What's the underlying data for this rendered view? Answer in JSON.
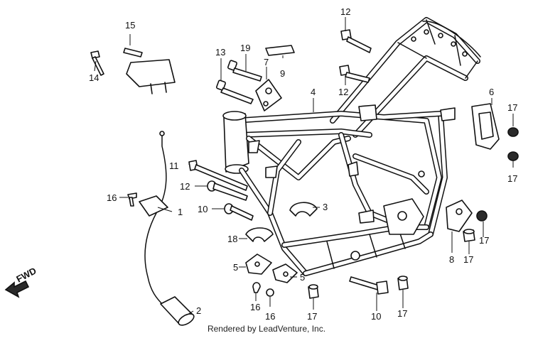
{
  "credit": "Rendered by LeadVenture, Inc.",
  "fwd_label": "FWD",
  "callouts": [
    {
      "id": "c1",
      "text": "1"
    },
    {
      "id": "c2",
      "text": "2"
    },
    {
      "id": "c3",
      "text": "3"
    },
    {
      "id": "c4",
      "text": "4"
    },
    {
      "id": "c5a",
      "text": "5"
    },
    {
      "id": "c5b",
      "text": "5"
    },
    {
      "id": "c6",
      "text": "6"
    },
    {
      "id": "c7",
      "text": "7"
    },
    {
      "id": "c8",
      "text": "8"
    },
    {
      "id": "c9",
      "text": "9"
    },
    {
      "id": "c10a",
      "text": "10"
    },
    {
      "id": "c10b",
      "text": "10"
    },
    {
      "id": "c11",
      "text": "11"
    },
    {
      "id": "c12a",
      "text": "12"
    },
    {
      "id": "c12b",
      "text": "12"
    },
    {
      "id": "c12c",
      "text": "12"
    },
    {
      "id": "c13",
      "text": "13"
    },
    {
      "id": "c14",
      "text": "14"
    },
    {
      "id": "c15a",
      "text": "15"
    },
    {
      "id": "c15b",
      "text": "15"
    },
    {
      "id": "c16a",
      "text": "16"
    },
    {
      "id": "c16b",
      "text": "16"
    },
    {
      "id": "c16c",
      "text": "16"
    },
    {
      "id": "c17a",
      "text": "17"
    },
    {
      "id": "c17b",
      "text": "17"
    },
    {
      "id": "c17c",
      "text": "17"
    },
    {
      "id": "c17d",
      "text": "17"
    },
    {
      "id": "c17e",
      "text": "17"
    },
    {
      "id": "c18",
      "text": "18"
    },
    {
      "id": "c19",
      "text": "19"
    }
  ]
}
